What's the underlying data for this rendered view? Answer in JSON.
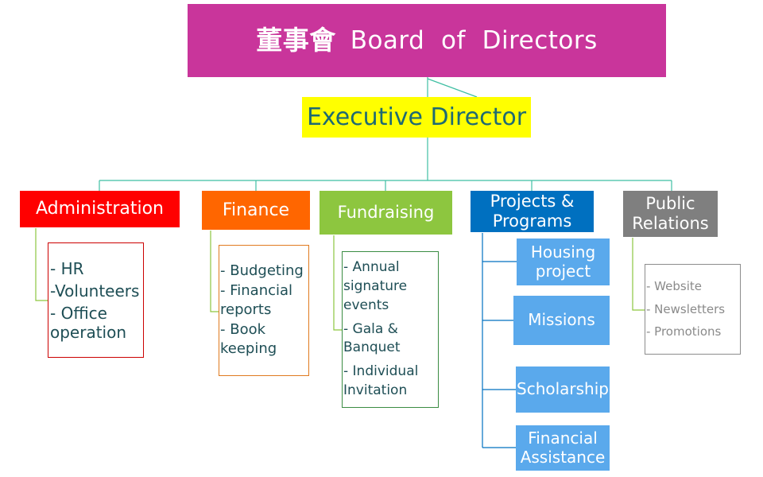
{
  "board": {
    "chinese": "董事會",
    "english": "Board  of  Directors"
  },
  "executive": {
    "label": "Executive Director"
  },
  "departments": {
    "administration": {
      "label": "Administration",
      "items": [
        "- HR",
        "-Volunteers",
        "- Office",
        "operation"
      ]
    },
    "finance": {
      "label": "Finance",
      "items": [
        "- Budgeting",
        "- Financial",
        "reports",
        "- Book",
        "keeping"
      ]
    },
    "fundraising": {
      "label": "Fundraising",
      "items": [
        "- Annual",
        "signature",
        "events",
        "- Gala &",
        "Banquet",
        "- Individual",
        "Invitation"
      ]
    },
    "projects": {
      "label_line1": "Projects &",
      "label_line2": "Programs",
      "subunits": {
        "housing_line1": "Housing",
        "housing_line2": "project",
        "missions": "Missions",
        "scholarship": "Scholarship",
        "financial_line1": "Financial",
        "financial_line2": "Assistance"
      }
    },
    "public_relations": {
      "label_line1": "Public",
      "label_line2": "Relations",
      "items": [
        "- Website",
        "- Newsletters",
        "- Promotions"
      ]
    }
  },
  "colors": {
    "board": "#c9359b",
    "executive": "#ffff00",
    "administration": "#ff0000",
    "finance": "#ff6600",
    "fundraising": "#8dc63f",
    "projects": "#0070c0",
    "projects_sub": "#5aa9ec",
    "public_relations": "#7f7f7f",
    "connector": "#3fbfa3"
  }
}
